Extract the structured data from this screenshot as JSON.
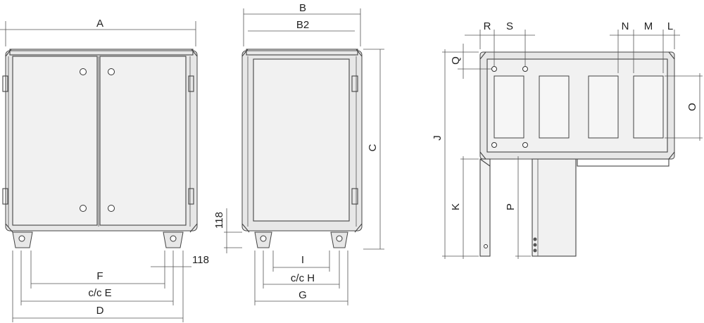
{
  "drawing": {
    "labels": {
      "A": "A",
      "B": "B",
      "B2": "B2",
      "C": "C",
      "D": "D",
      "E": "c/c E",
      "F": "F",
      "G": "G",
      "H": "c/c H",
      "I": "I",
      "J": "J",
      "K": "K",
      "L": "L",
      "M": "M",
      "N": "N",
      "O": "O",
      "P": "P",
      "Q": "Q",
      "R": "R",
      "S": "S",
      "front_118": "118",
      "side_118": "118"
    }
  }
}
